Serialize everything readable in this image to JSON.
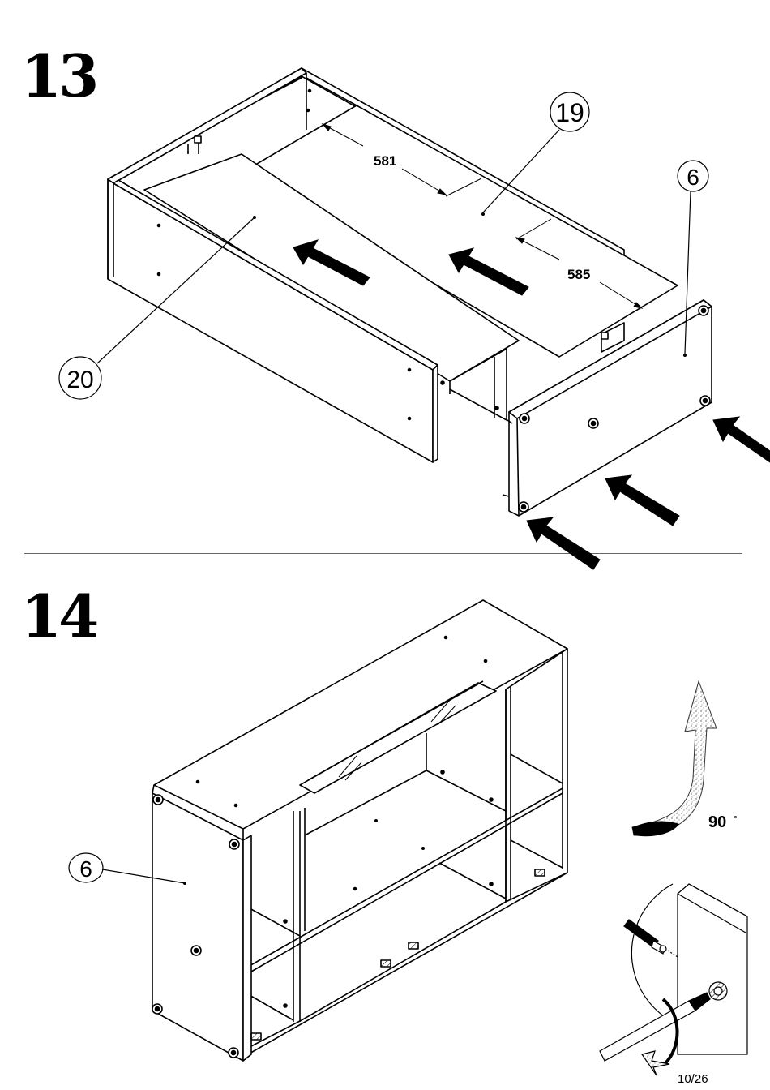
{
  "steps": [
    {
      "number": "13"
    },
    {
      "number": "14"
    }
  ],
  "step13": {
    "part_labels": {
      "top_board": "19",
      "side_panel": "6",
      "front_panel": "20"
    },
    "dimensions": {
      "depth_a": "581",
      "depth_b": "585"
    }
  },
  "step14": {
    "part_labels": {
      "side_panel": "6"
    },
    "rotation": "90",
    "rotation_unit": "°"
  },
  "page_number": "10/26"
}
